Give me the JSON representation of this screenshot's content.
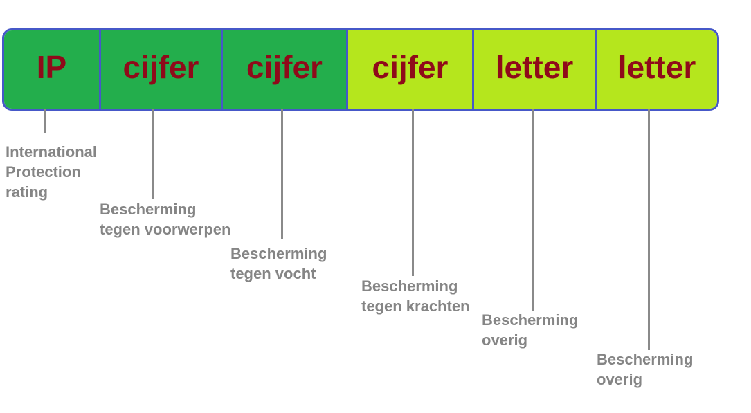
{
  "colors": {
    "dark_green": "#23ae4c",
    "lime_green": "#b5e61d",
    "border_blue": "#4658c8",
    "label_red": "#8f0a1a",
    "caption_gray": "#858585",
    "leader_gray": "#8a8a8a"
  },
  "segments": [
    {
      "label": "IP",
      "color": "#23ae4c"
    },
    {
      "label": "cijfer",
      "color": "#23ae4c"
    },
    {
      "label": "cijfer",
      "color": "#23ae4c"
    },
    {
      "label": "cijfer",
      "color": "#b5e61d"
    },
    {
      "label": "letter",
      "color": "#b5e61d"
    },
    {
      "label": "letter",
      "color": "#b5e61d"
    }
  ],
  "captions": [
    {
      "lines": [
        "International",
        "Protection",
        "rating"
      ]
    },
    {
      "lines": [
        "Bescherming",
        "tegen voorwerpen"
      ]
    },
    {
      "lines": [
        "Bescherming",
        "tegen vocht"
      ]
    },
    {
      "lines": [
        "Bescherming",
        "tegen krachten"
      ]
    },
    {
      "lines": [
        "Bescherming",
        "overig"
      ]
    },
    {
      "lines": [
        "Bescherming",
        "overig"
      ]
    }
  ]
}
